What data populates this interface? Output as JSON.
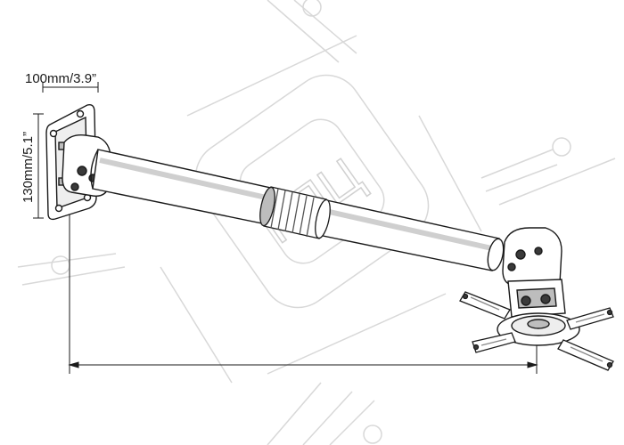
{
  "dimensions": {
    "plate_width": "100mm/3.9”",
    "plate_height": "130mm/5.1”"
  },
  "watermark": {
    "text": "КЯЦ",
    "color": "#d8d8d8"
  },
  "colors": {
    "line": "#1a1a1a",
    "metal_fill": "#ffffff",
    "shade": "#bdbdbd",
    "dark": "#3a3a3a"
  }
}
